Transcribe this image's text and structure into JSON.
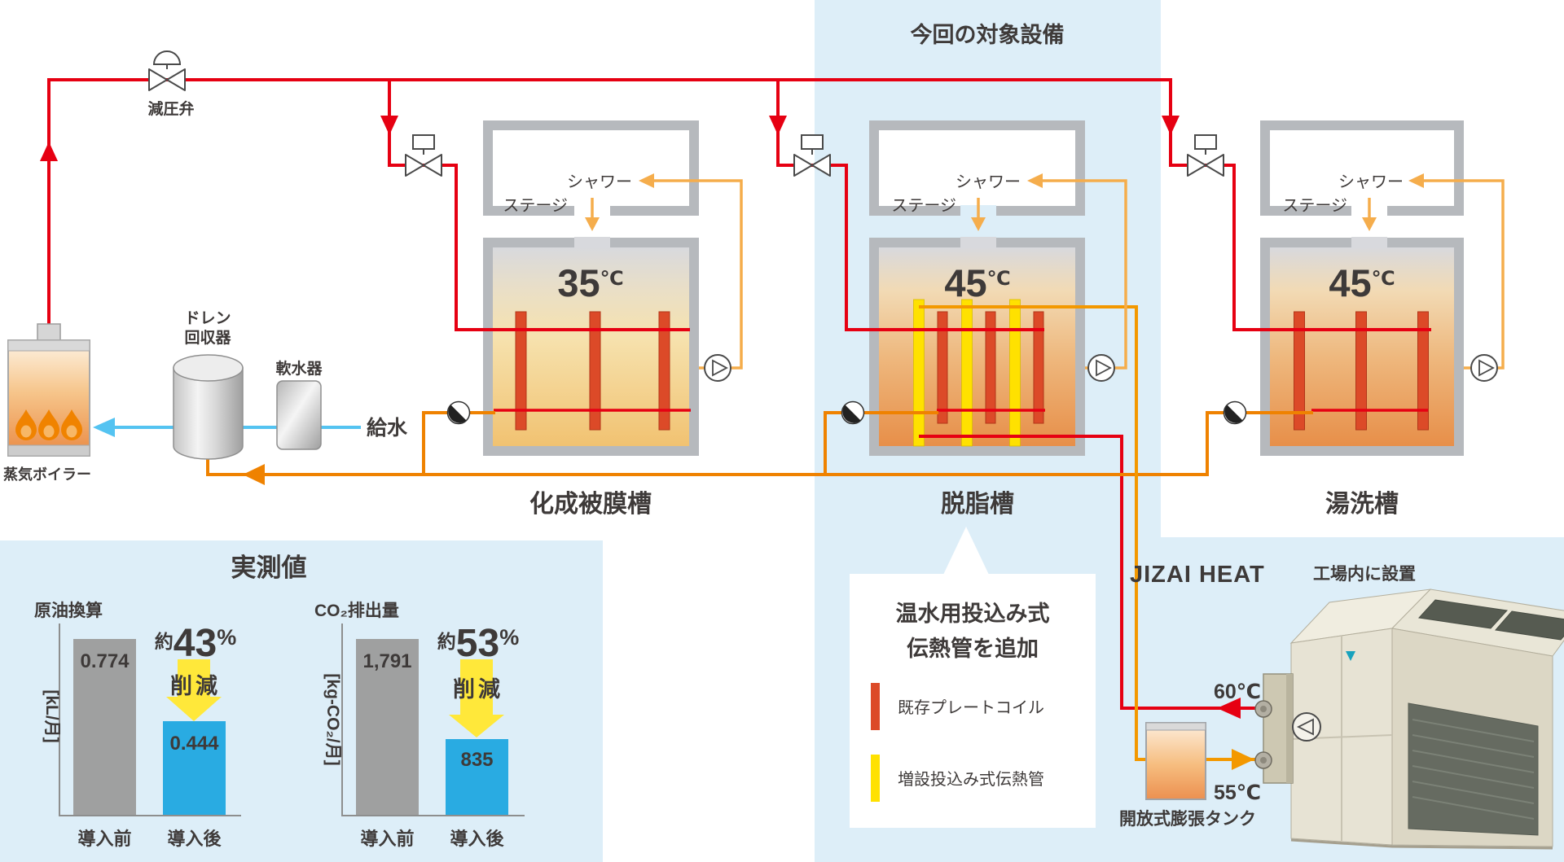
{
  "banner": {
    "label": "今回の対象設備"
  },
  "steam_system": {
    "pressure_valve": "減圧弁",
    "boiler": "蒸気ボイラー",
    "drain_recovery_1": "ドレン",
    "drain_recovery_2": "回収器",
    "softener": "軟水器",
    "feed_water": "給水"
  },
  "tanks": {
    "shower": "シャワー",
    "stage": "ステージ",
    "items": [
      {
        "name": "化成被膜槽",
        "temp": "35",
        "unit": "℃"
      },
      {
        "name": "脱脂槽",
        "temp": "45",
        "unit": "℃"
      },
      {
        "name": "湯洗槽",
        "temp": "45",
        "unit": "℃"
      }
    ]
  },
  "legend": {
    "title1": "温水用投込み式",
    "title2": "伝熱管を追加",
    "existing": "既存プレートコイル",
    "added": "増設投込み式伝熱管",
    "existing_color": "#dc4a28",
    "added_color": "#ffe100"
  },
  "heat_pump": {
    "brand": "JIZAI HEAT",
    "note": "工場内に設置",
    "supply_temp": "60℃",
    "return_temp": "55℃",
    "expansion_tank": "開放式膨張タンク"
  },
  "results": {
    "title": "実測値",
    "before": "導入前",
    "after": "導入後",
    "charts": [
      {
        "metric": "原油換算",
        "unit": "[kL/月]",
        "before_value": "0.774",
        "after_value": "0.444",
        "approx": "約",
        "pct": "43",
        "pct_sign": "%",
        "word": "削減"
      },
      {
        "metric": "CO₂排出量",
        "unit": "[kg-CO₂/月]",
        "before_value": "1,791",
        "after_value": "835",
        "approx": "約",
        "pct": "53",
        "pct_sign": "%",
        "word": "削減"
      }
    ]
  },
  "chart_data": [
    {
      "type": "bar",
      "title": "原油換算",
      "ylabel": "[kL/月]",
      "categories": [
        "導入前",
        "導入後"
      ],
      "values": [
        0.774,
        0.444
      ],
      "bar_colors": [
        "#9fa0a0",
        "#29abe2"
      ],
      "annotation": "約43%削減",
      "grid": false,
      "legend_position": "none"
    },
    {
      "type": "bar",
      "title": "CO₂排出量",
      "ylabel": "[kg-CO₂/月]",
      "categories": [
        "導入前",
        "導入後"
      ],
      "values": [
        1791,
        835
      ],
      "bar_colors": [
        "#9fa0a0",
        "#29abe2"
      ],
      "annotation": "約53%削減",
      "grid": false,
      "legend_position": "none"
    }
  ],
  "colors": {
    "steam_red": "#e60012",
    "condensate_orange": "#ef8200",
    "hot_water_orange": "#f39800",
    "shower_orange": "#f5ad4c",
    "water_blue": "#54c3f1",
    "panel_blue": "#ddeef8",
    "temp_red": "#cb0a3a",
    "reduction_orange": "#ef8200",
    "bar_gray": "#9fa0a0",
    "bar_blue": "#29abe2"
  }
}
